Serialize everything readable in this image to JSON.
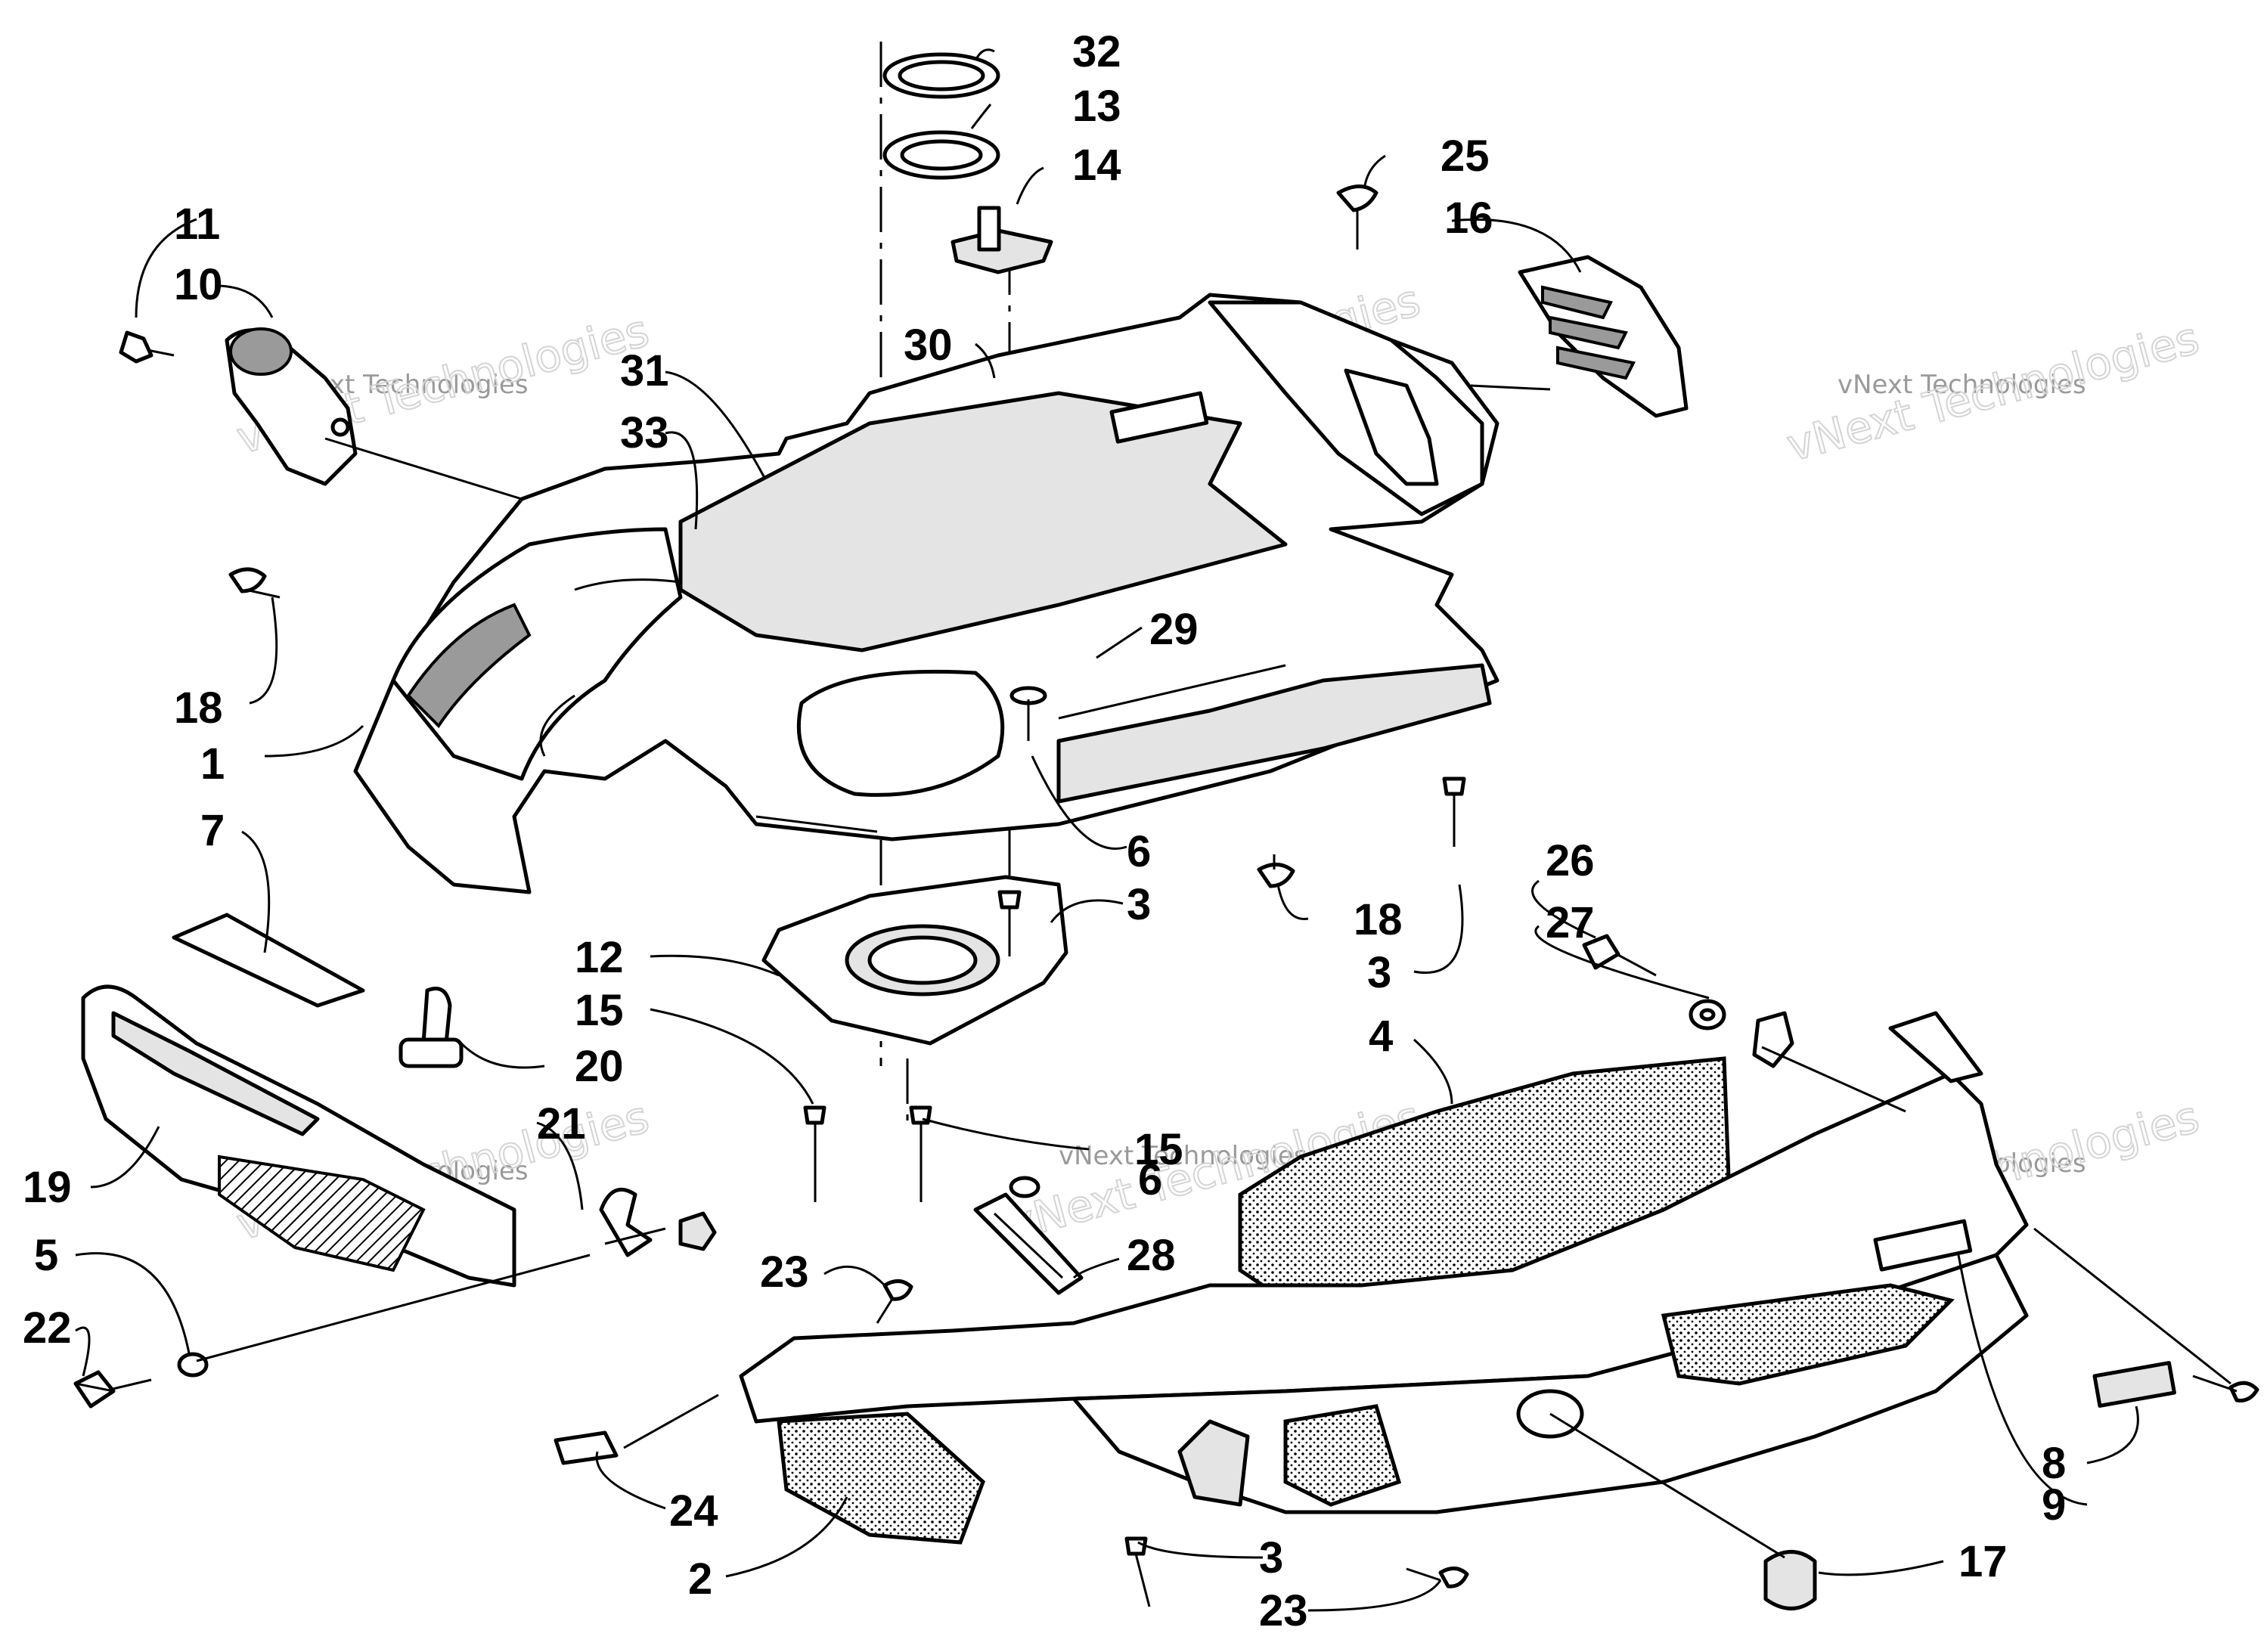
{
  "watermark": {
    "small_text": "vNext Technologies",
    "big_text": "vNext Technologies",
    "color": "#c8c8c8"
  },
  "callouts": {
    "c1": "1",
    "c2": "2",
    "c3a": "3",
    "c3b": "3",
    "c3c": "3",
    "c4": "4",
    "c5": "5",
    "c6a": "6",
    "c6b": "6",
    "c7": "7",
    "c8": "8",
    "c9": "9",
    "c10": "10",
    "c11": "11",
    "c12": "12",
    "c13": "13",
    "c14": "14",
    "c15a": "15",
    "c15b": "15",
    "c16": "16",
    "c17": "17",
    "c18a": "18",
    "c18b": "18",
    "c19": "19",
    "c20": "20",
    "c21": "21",
    "c22": "22",
    "c23a": "23",
    "c23b": "23",
    "c24": "24",
    "c25": "25",
    "c26": "26",
    "c27": "27",
    "c28": "28",
    "c29": "29",
    "c30": "30",
    "c31": "31",
    "c32": "32",
    "c33": "33"
  }
}
